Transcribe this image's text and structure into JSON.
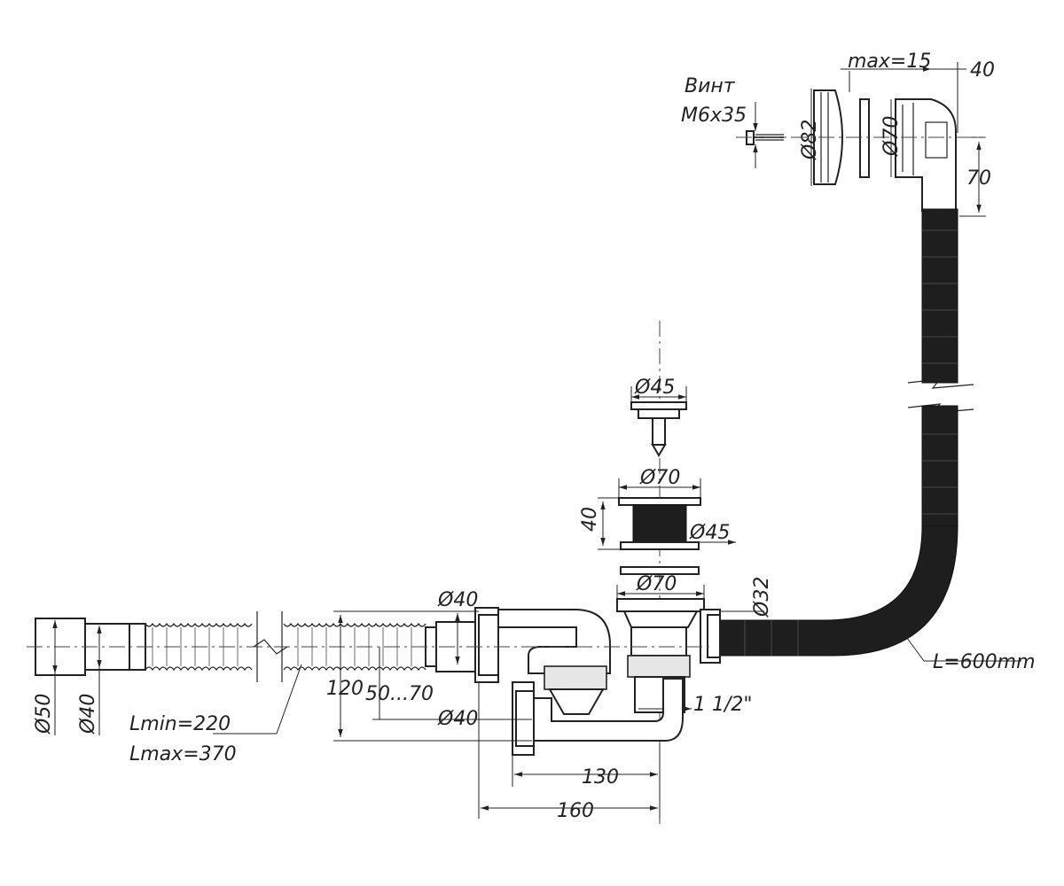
{
  "labels": {
    "screw_title": "Винт",
    "screw_size": "M6x35",
    "max15": "max=15",
    "dim40_top": "40",
    "d82": "Ø82",
    "d70_top": "Ø70",
    "dim70": "70",
    "d45_top": "Ø45",
    "d70_mid": "Ø70",
    "dim40_mid": "40",
    "d45_mid": "Ø45",
    "d70_low": "Ø70",
    "d32": "Ø32",
    "d40_outlet": "Ø40",
    "hose_length": "L=600mm",
    "d50": "Ø50",
    "d40_left": "Ø40",
    "lmin": "Lmin=220",
    "lmax": "Lmax=370",
    "dim120": "120",
    "dim50_70": "50...70",
    "d40_trap": "Ø40",
    "thread": "1 1/2\"",
    "dim130": "130",
    "dim160": "160"
  }
}
